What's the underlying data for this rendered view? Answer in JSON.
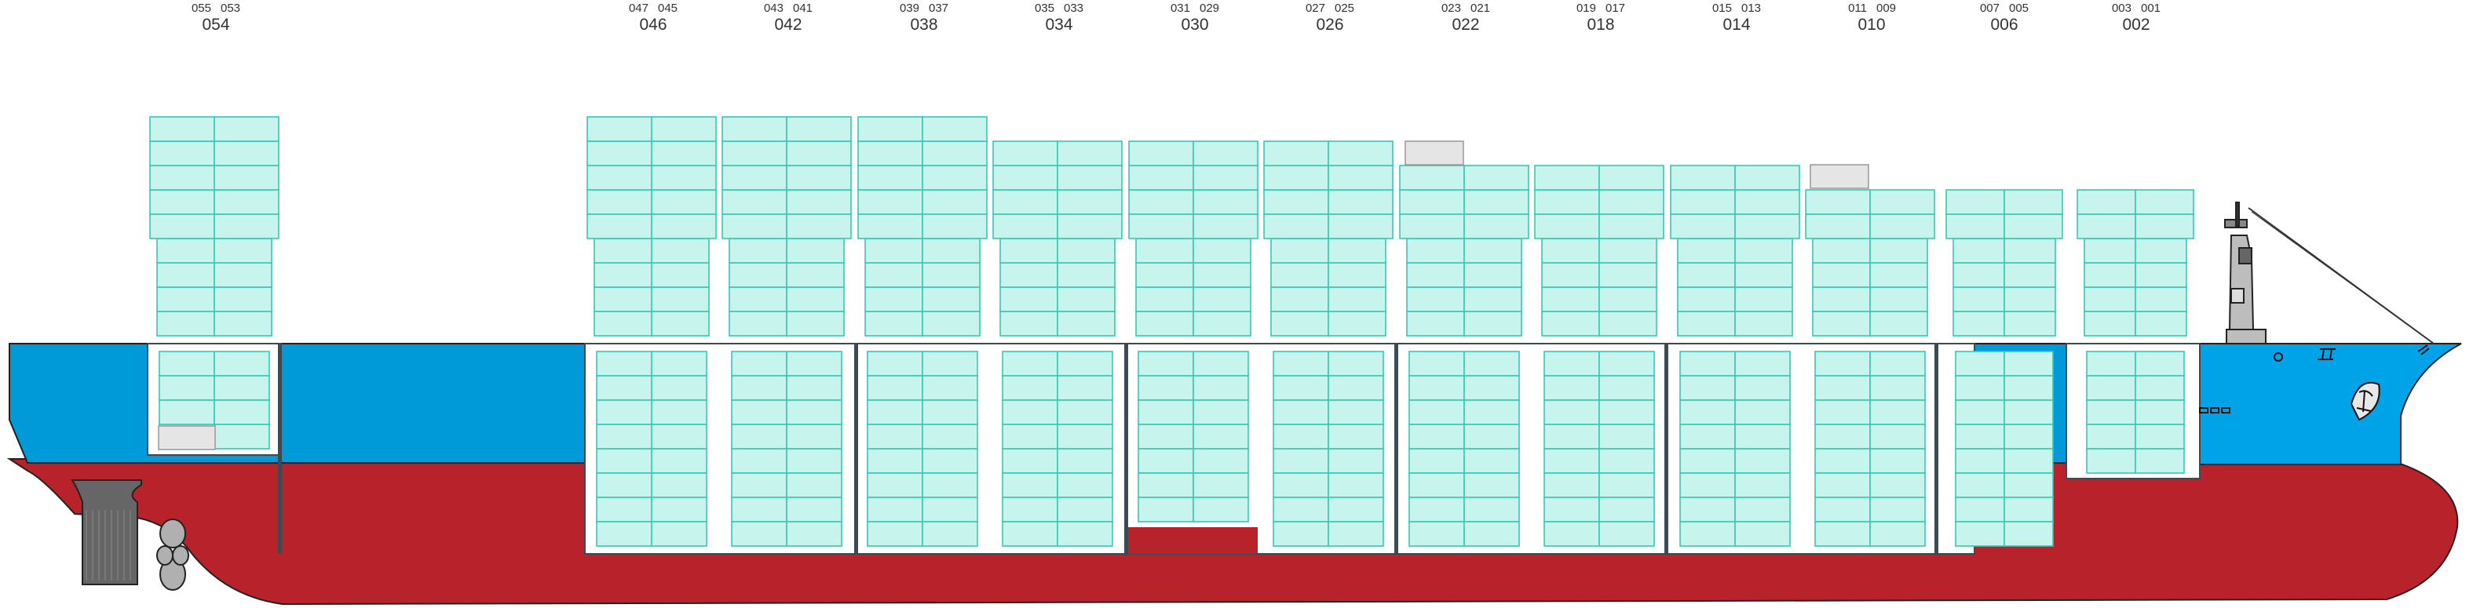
{
  "colors": {
    "hull_red": "#b8232b",
    "hull_blue": "#009ad8",
    "bow_blue": "#00a3e8",
    "container_fill": "#c8f4ee",
    "container_stroke": "#39c7b3",
    "hatch_dark": "#3d4a52",
    "empty_slot": "#e5e5e5",
    "propeller": "#b0b0b0",
    "rudder": "#666666"
  },
  "bays": [
    {
      "label": "054",
      "aft": "055",
      "fwd": "053",
      "deck_tiers": 9,
      "hold_tiers": 4
    },
    {
      "label": "046",
      "aft": "047",
      "fwd": "045",
      "deck_tiers": 9,
      "hold_tiers": 8
    },
    {
      "label": "042",
      "aft": "043",
      "fwd": "041",
      "deck_tiers": 9,
      "hold_tiers": 8
    },
    {
      "label": "038",
      "aft": "039",
      "fwd": "037",
      "deck_tiers": 9,
      "hold_tiers": 8
    },
    {
      "label": "034",
      "aft": "035",
      "fwd": "033",
      "deck_tiers": 8,
      "hold_tiers": 8
    },
    {
      "label": "030",
      "aft": "031",
      "fwd": "029",
      "deck_tiers": 8,
      "hold_tiers": 7
    },
    {
      "label": "026",
      "aft": "027",
      "fwd": "025",
      "deck_tiers": 8,
      "hold_tiers": 8
    },
    {
      "label": "022",
      "aft": "023",
      "fwd": "021",
      "deck_tiers": 7,
      "hold_tiers": 8
    },
    {
      "label": "018",
      "aft": "019",
      "fwd": "017",
      "deck_tiers": 7,
      "hold_tiers": 8
    },
    {
      "label": "014",
      "aft": "015",
      "fwd": "013",
      "deck_tiers": 7,
      "hold_tiers": 8
    },
    {
      "label": "010",
      "aft": "011",
      "fwd": "009",
      "deck_tiers": 6,
      "hold_tiers": 8
    },
    {
      "label": "006",
      "aft": "007",
      "fwd": "005",
      "deck_tiers": 6,
      "hold_tiers": 8
    },
    {
      "label": "002",
      "aft": "003",
      "fwd": "001",
      "deck_tiers": 6,
      "hold_tiers": 5
    }
  ]
}
